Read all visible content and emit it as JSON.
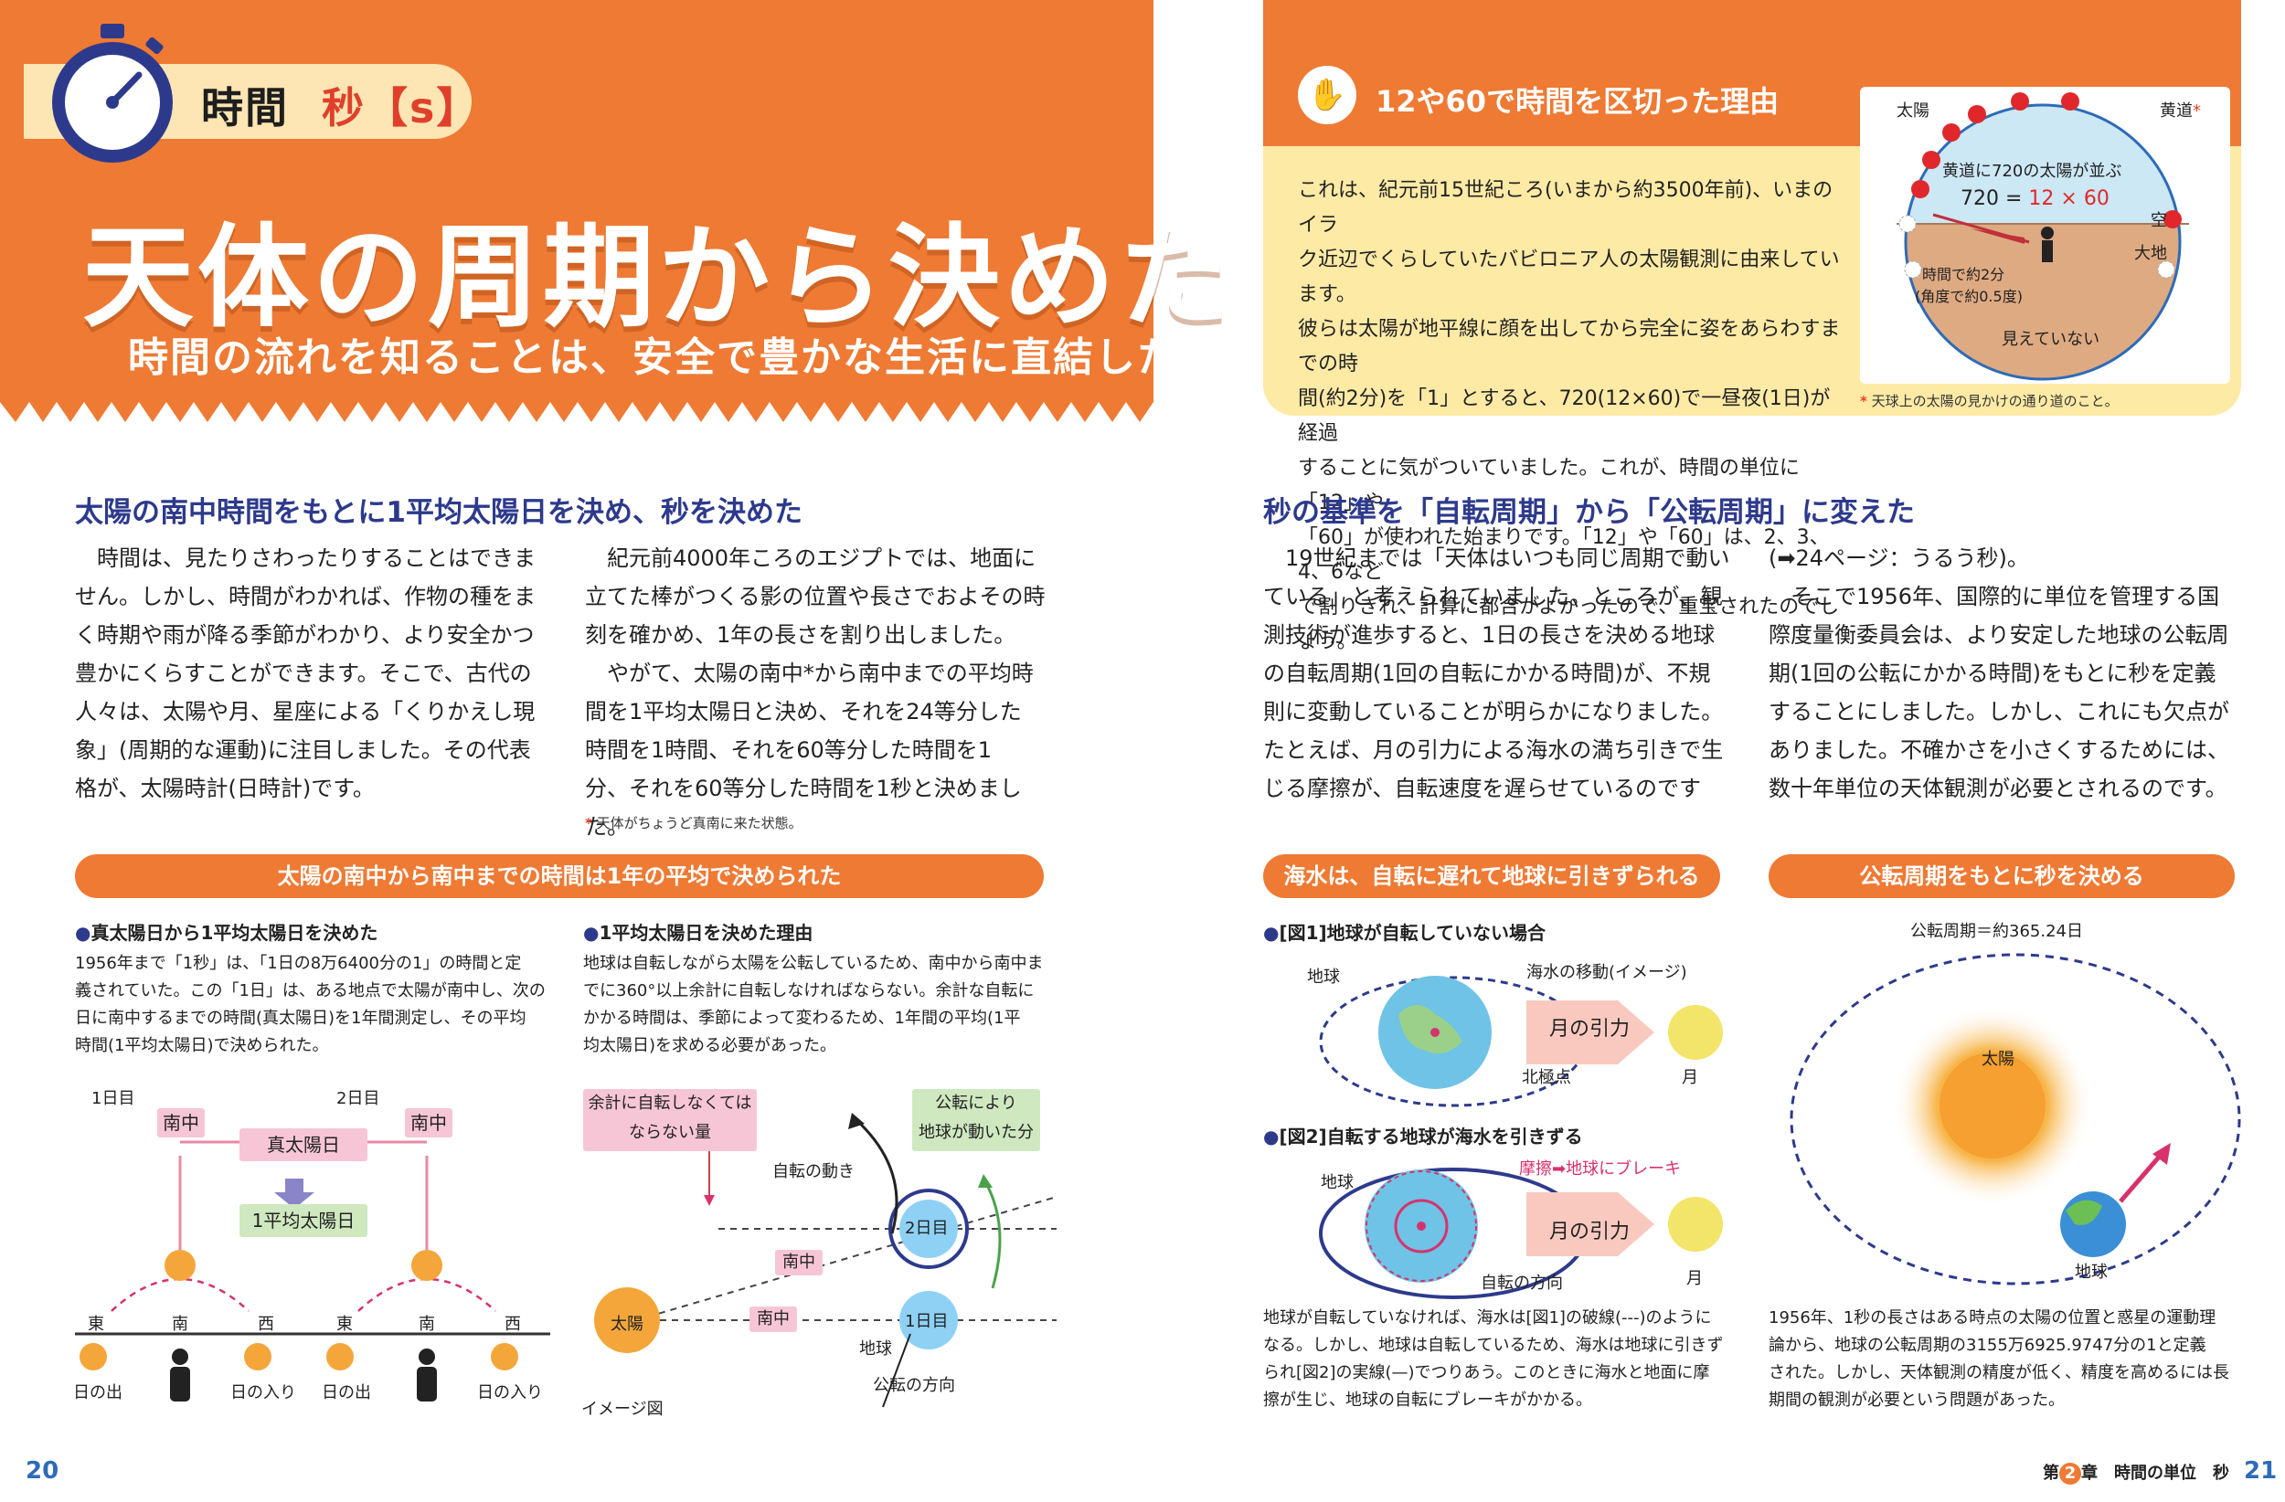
{
  "left_header": {
    "chip_time": "時間",
    "chip_sec": "秒【s】",
    "title": "天体の周期から決めた",
    "subtitle": "時間の流れを知ることは、安全で豊かな生活に直結した。"
  },
  "reason": {
    "title": "12や60で時間を区切った理由",
    "body": "これは、紀元前15世紀ころ(いまから約3500年前)、いまのイラ\nク近辺でくらしていたバビロニア人の太陽観測に由来しています。\n彼らは太陽が地平線に顔を出してから完全に姿をあらわすまでの時\n間(約2分)を「1」とすると、720(12×60)で一昼夜(1日)が経過\nすることに気がついていました。これが、時間の単位に「12」や\n「60」が使われた始まりです。「12」や「60」は、2、3、4、6など\nで割りきれ、計算に都合がよかったので、重宝されたのでしょう。",
    "diagram": {
      "sun": "太陽",
      "ecliptic": "黄道",
      "ecliptic_mark": "*",
      "line1": "黄道に720の太陽が並ぶ",
      "formula_a": "720 = ",
      "formula_b": "12 × 60",
      "sky": "空",
      "earth": "大地",
      "angle1": "時間で約2分",
      "angle2": "(角度で約0.5度)",
      "hidden": "見えていない"
    },
    "note_mark": "*",
    "note": "天球上の太陽の見かけの通り道のこと。"
  },
  "left_section": {
    "heading": "太陽の南中時間をもとに1平均太陽日を決め、秒を決めた",
    "col1": "　時間は、見たりさわったりすることはできま\nせん。しかし、時間がわかれば、作物の種をま\nく時期や雨が降る季節がわかり、より安全かつ\n豊かにくらすことができます。そこで、古代の\n人々は、太陽や月、星座による「くりかえし現\n象」(周期的な運動)に注目しました。その代表\n格が、太陽時計(日時計)です。",
    "col2": "　紀元前4000年ころのエジプトでは、地面に\n立てた棒がつくる影の位置や長さでおよその時\n刻を確かめ、1年の長さを割り出しました。\n　やがて、太陽の南中*から南中までの平均時\n間を1平均太陽日と決め、それを24等分した\n時間を1時間、それを60等分した時間を1\n分、それを60等分した時間を1秒と決めました。",
    "note_mark": "*",
    "note": "天体がちょうど真南に来た状態。",
    "band": "太陽の南中から南中までの時間は1年の平均で決められた",
    "sub1_head": "真太陽日から1平均太陽日を決めた",
    "sub1_body": "1956年まで「1秒」は、「1日の8万6400分の1」の時間と定\n義されていた。この「1日」は、ある地点で太陽が南中し、次の\n日に南中するまでの時間(真太陽日)を1年間測定し、その平均\n時間(1平均太陽日)で決められた。",
    "sub2_head": "1平均太陽日を決めた理由",
    "sub2_body": "地球は自転しながら太陽を公転しているため、南中から南中ま\nでに360°以上余計に自転しなければならない。余計な自転に\nかかる時間は、季節によって変わるため、1年間の平均(1平\n均太陽日)を求める必要があった。",
    "fig1": {
      "day1": "1日目",
      "day2": "2日目",
      "nanchu": "南中",
      "true_day": "真太陽日",
      "mean_day": "1平均太陽日",
      "east": "東",
      "south": "南",
      "west": "西",
      "sunrise": "日の出",
      "sunset": "日の入り"
    },
    "fig2": {
      "extra": "余計に自転しなくては\nならない量",
      "orbit_move": "公転により\n地球が動いた分",
      "rotation": "自転の動き",
      "day2": "2日目",
      "day1": "1日目",
      "nanchu": "南中",
      "sun": "太陽",
      "earth": "地球",
      "orbit_dir": "公転の方向",
      "caption": "イメージ図"
    }
  },
  "right_section": {
    "heading": "秒の基準を「自転周期」から「公転周期」に変えた",
    "col1": "　19世紀までは「天体はいつも同じ周期で動い\nている」と考えられていました。ところが、観\n測技術が進歩すると、1日の長さを決める地球\nの自転周期(1回の自転にかかる時間)が、不規\n則に変動していることが明らかになりました。\nたとえば、月の引力による海水の満ち引きで生\nじる摩擦が、自転速度を遅らせているのです",
    "col2": "(➡24ページ：うるう秒)。\n　そこで1956年、国際的に単位を管理する国\n際度量衡委員会は、より安定した地球の公転周\n期(1回の公転にかかる時間)をもとに秒を定義\nすることにしました。しかし、これにも欠点が\nありました。不確かさを小さくするためには、\n数十年単位の天体観測が必要とされるのです。",
    "band1": "海水は、自転に遅れて地球に引きずられる",
    "band2": "公転周期をもとに秒を決める",
    "fig1_head": "[図1]地球が自転していない場合",
    "fig1": {
      "earth": "地球",
      "sea": "海水の移動(イメージ)",
      "moon_pull": "月の引力",
      "moon": "月",
      "pole": "北極点"
    },
    "fig2_head": "[図2]自転する地球が海水を引きずる",
    "fig2": {
      "earth": "地球",
      "brake": "摩擦➡地球にブレーキ",
      "moon_pull": "月の引力",
      "moon": "月",
      "rot_dir": "自転の方向"
    },
    "tide_text": "地球が自転していなければ、海水は[図1]の破線(---)のように\nなる。しかし、地球は自転しているため、海水は地球に引きず\nられ[図2]の実線(—)でつりあう。このときに海水と地面に摩\n擦が生じ、地球の自転にブレーキがかかる。",
    "orbit": {
      "period": "公転周期＝約365.24日",
      "sun": "太陽",
      "earth": "地球"
    },
    "orbit_text": "1956年、1秒の長さはある時点の太陽の位置と惑星の運動理\n論から、地球の公転周期の3155万6925.9747分の1と定義\nされた。しかし、天体観測の精度が低く、精度を高めるには長\n期間の観測が必要という問題があった。"
  },
  "footer": {
    "left_page": "20",
    "right_page": "21",
    "chapter_a": "第",
    "chapter_num": "2",
    "chapter_b": "章　時間の単位　秒"
  }
}
